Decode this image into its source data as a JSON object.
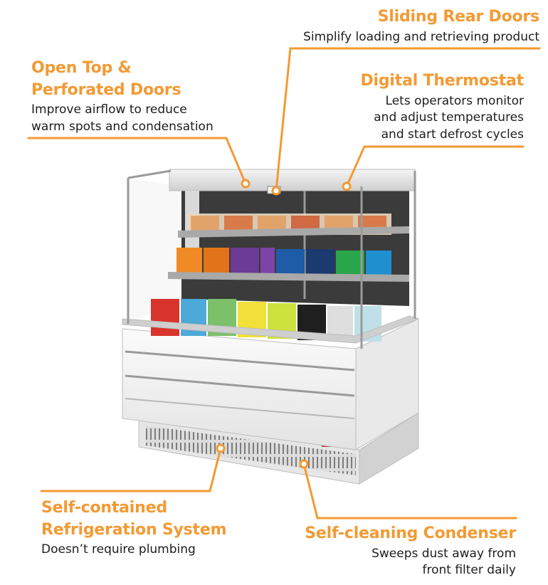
{
  "callouts": {
    "sliding_rear_doors": {
      "title": "Sliding Rear Doors",
      "desc": [
        "Simplify loading and retrieving product"
      ]
    },
    "open_top": {
      "title": [
        "Open Top &",
        "Perforated Doors"
      ],
      "desc": [
        "Improve airflow to reduce",
        "warm spots and condensation"
      ]
    },
    "digital_thermostat": {
      "title": "Digital Thermostat",
      "desc": [
        "Lets operators monitor",
        "and adjust temperatures",
        "and start defrost cycles"
      ]
    },
    "self_contained": {
      "title": [
        "Self-contained",
        "Refrigeration System"
      ],
      "desc": [
        "Doesn’t require plumbing"
      ]
    },
    "self_cleaning": {
      "title": "Self-cleaning Condenser",
      "desc": [
        "Sweeps dust away from",
        "front filter daily"
      ]
    }
  },
  "colors": {
    "accent": "#f39a33",
    "text": "#1d1d1d"
  }
}
